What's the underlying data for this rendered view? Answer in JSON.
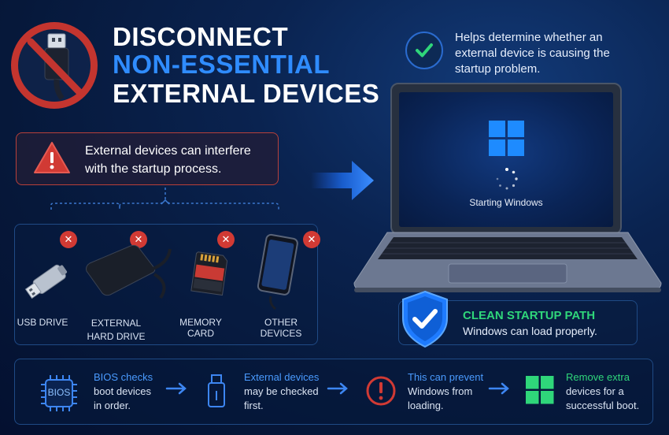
{
  "title": {
    "line1": "Disconnect",
    "line2": "Non-Essential",
    "line3": "External Devices"
  },
  "check_note": {
    "text": "Helps determine whether an external device is causing the startup problem."
  },
  "warning": {
    "text": "External devices can interfere with the startup process."
  },
  "devices": [
    {
      "label": "USB Drive",
      "icon": "usb-drive-icon"
    },
    {
      "label": "External Hard Drive",
      "icon": "hard-drive-icon"
    },
    {
      "label": "Memory Card",
      "icon": "memory-card-icon"
    },
    {
      "label": "Other Devices",
      "icon": "phone-icon"
    }
  ],
  "laptop": {
    "screen_text": "Starting Windows"
  },
  "clean": {
    "title": "Clean Startup Path",
    "subtitle": "Windows can load properly."
  },
  "steps": [
    {
      "icon_label": "BIOS",
      "title": "BIOS checks",
      "body1": "boot devices",
      "body2": "in order.",
      "title_color": "#4a9bff"
    },
    {
      "title": "External devices",
      "body1": "may be checked",
      "body2": "first.",
      "title_color": "#4a9bff"
    },
    {
      "title": "This can prevent",
      "body1": "Windows from",
      "body2": "loading.",
      "title_color": "#4a9bff"
    },
    {
      "title": "Remove extra",
      "body1": "devices for a",
      "body2": "successful boot.",
      "title_color": "#2fd67a"
    }
  ],
  "colors": {
    "accent_blue": "#2f8cff",
    "warning_red": "#d13a34",
    "success_green": "#2fd67a",
    "background": "#06183a"
  }
}
